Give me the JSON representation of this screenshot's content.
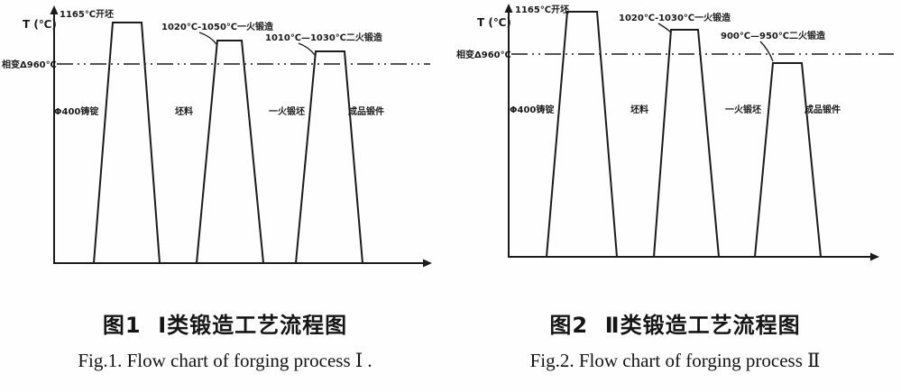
{
  "ink_color": "#1b1b1b",
  "background_color": "#fefefe",
  "figures": [
    {
      "axis_label": "T (℃)",
      "transus_label": "相变Δ960℃",
      "peak_label": "1165℃开坯",
      "callouts": [
        "1020℃-1050℃一火锻造",
        "1010℃—1030℃二火锻造"
      ],
      "stage_labels": [
        "Φ400铸锭",
        "坯料",
        "一火锻坯",
        "成品锻件"
      ],
      "caption_zh": "图1  Ⅰ类锻造工艺流程图",
      "caption_en": "Fig.1. Flow chart of forging process Ⅰ ."
    },
    {
      "axis_label": "T (℃)",
      "transus_label": "相变Δ960℃",
      "peak_label": "1165℃开坯",
      "callouts": [
        "1020℃-1030℃一火锻造",
        "900℃—950℃二火锻造"
      ],
      "stage_labels": [
        "Φ400铸锭",
        "坯料",
        "一火锻坯",
        "成品锻件"
      ],
      "caption_zh": "图2  Ⅱ类锻造工艺流程图",
      "caption_en": "Fig.2. Flow chart of forging process Ⅱ"
    }
  ]
}
